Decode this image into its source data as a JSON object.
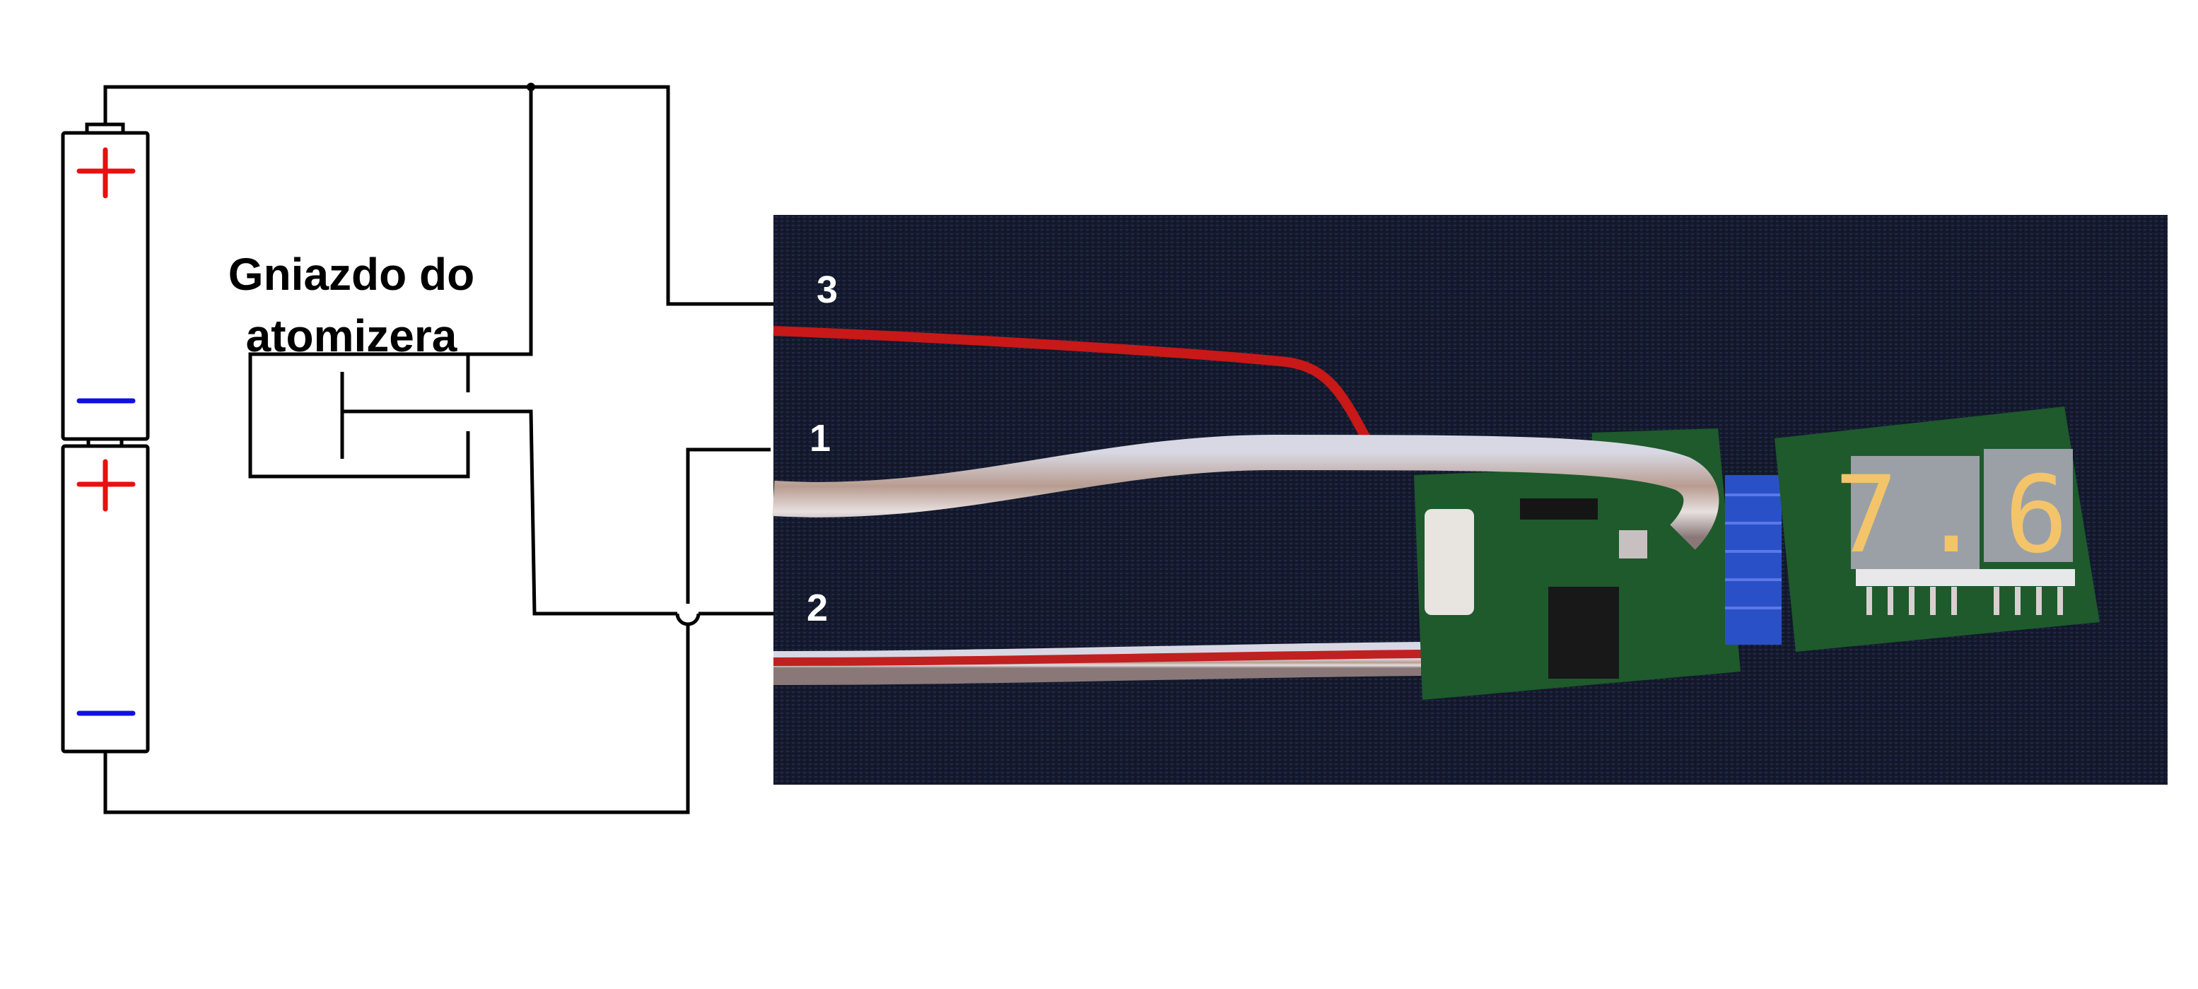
{
  "schematic": {
    "socket_label_line1": "Gniazdo do",
    "socket_label_line2": "atomizera",
    "battery_plus_symbol": "+",
    "battery_minus_symbol": "−",
    "colors": {
      "wire": "#000000",
      "plus": "#e81010",
      "minus": "#1010e0"
    }
  },
  "photo": {
    "wire_labels": [
      "3",
      "1",
      "2"
    ],
    "display_reading": "7.6",
    "colors": {
      "background": "#141a2c",
      "pcb": "#1e5a2c",
      "red_wire": "#c81818",
      "display_digit": "#f3c46a",
      "connector": "#2a50c8"
    }
  }
}
